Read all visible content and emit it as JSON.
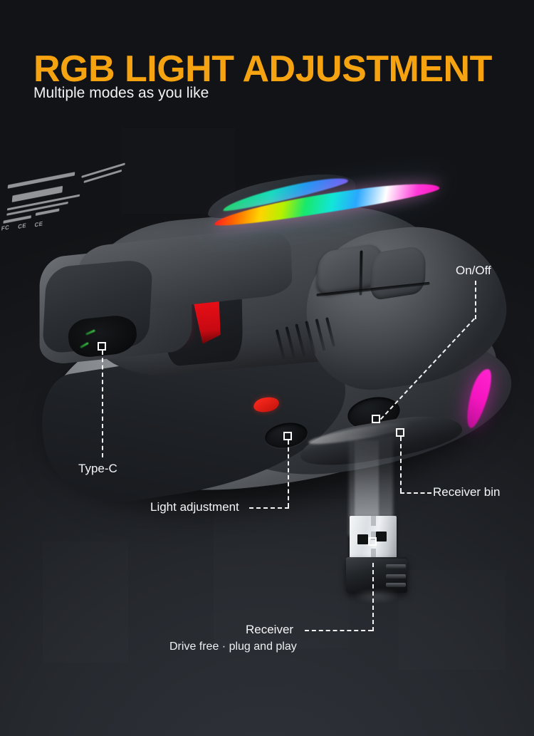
{
  "header": {
    "title": "RGB LIGHT ADJUSTMENT",
    "subtitle": "Multiple modes as you like",
    "title_color": "#f5a310",
    "subtitle_color": "#f2f3f4"
  },
  "product": {
    "type": "wireless gaming mouse",
    "view": "bottom / rear three-quarter",
    "background_color": "#23262b",
    "lighting": {
      "top_strip_colors": [
        "#ff1f1f",
        "#ff6a00",
        "#ffd400",
        "#b5f000",
        "#18e86b",
        "#12e6d8",
        "#2aa8ff",
        "#ffffff",
        "#ff38d8"
      ],
      "side_light_color": "#f40f18",
      "rear_light_color": "#ff24cf",
      "port_led_color": "#3fd14a"
    }
  },
  "callouts": [
    {
      "id": "on-off",
      "label": "On/Off"
    },
    {
      "id": "receiver-bin",
      "label": "Receiver bin"
    },
    {
      "id": "type-c",
      "label": "Type-C"
    },
    {
      "id": "light-adjustment",
      "label": "Light adjustment"
    },
    {
      "id": "receiver",
      "label": "Receiver"
    }
  ],
  "receiver_note": "Drive free · plug and play"
}
